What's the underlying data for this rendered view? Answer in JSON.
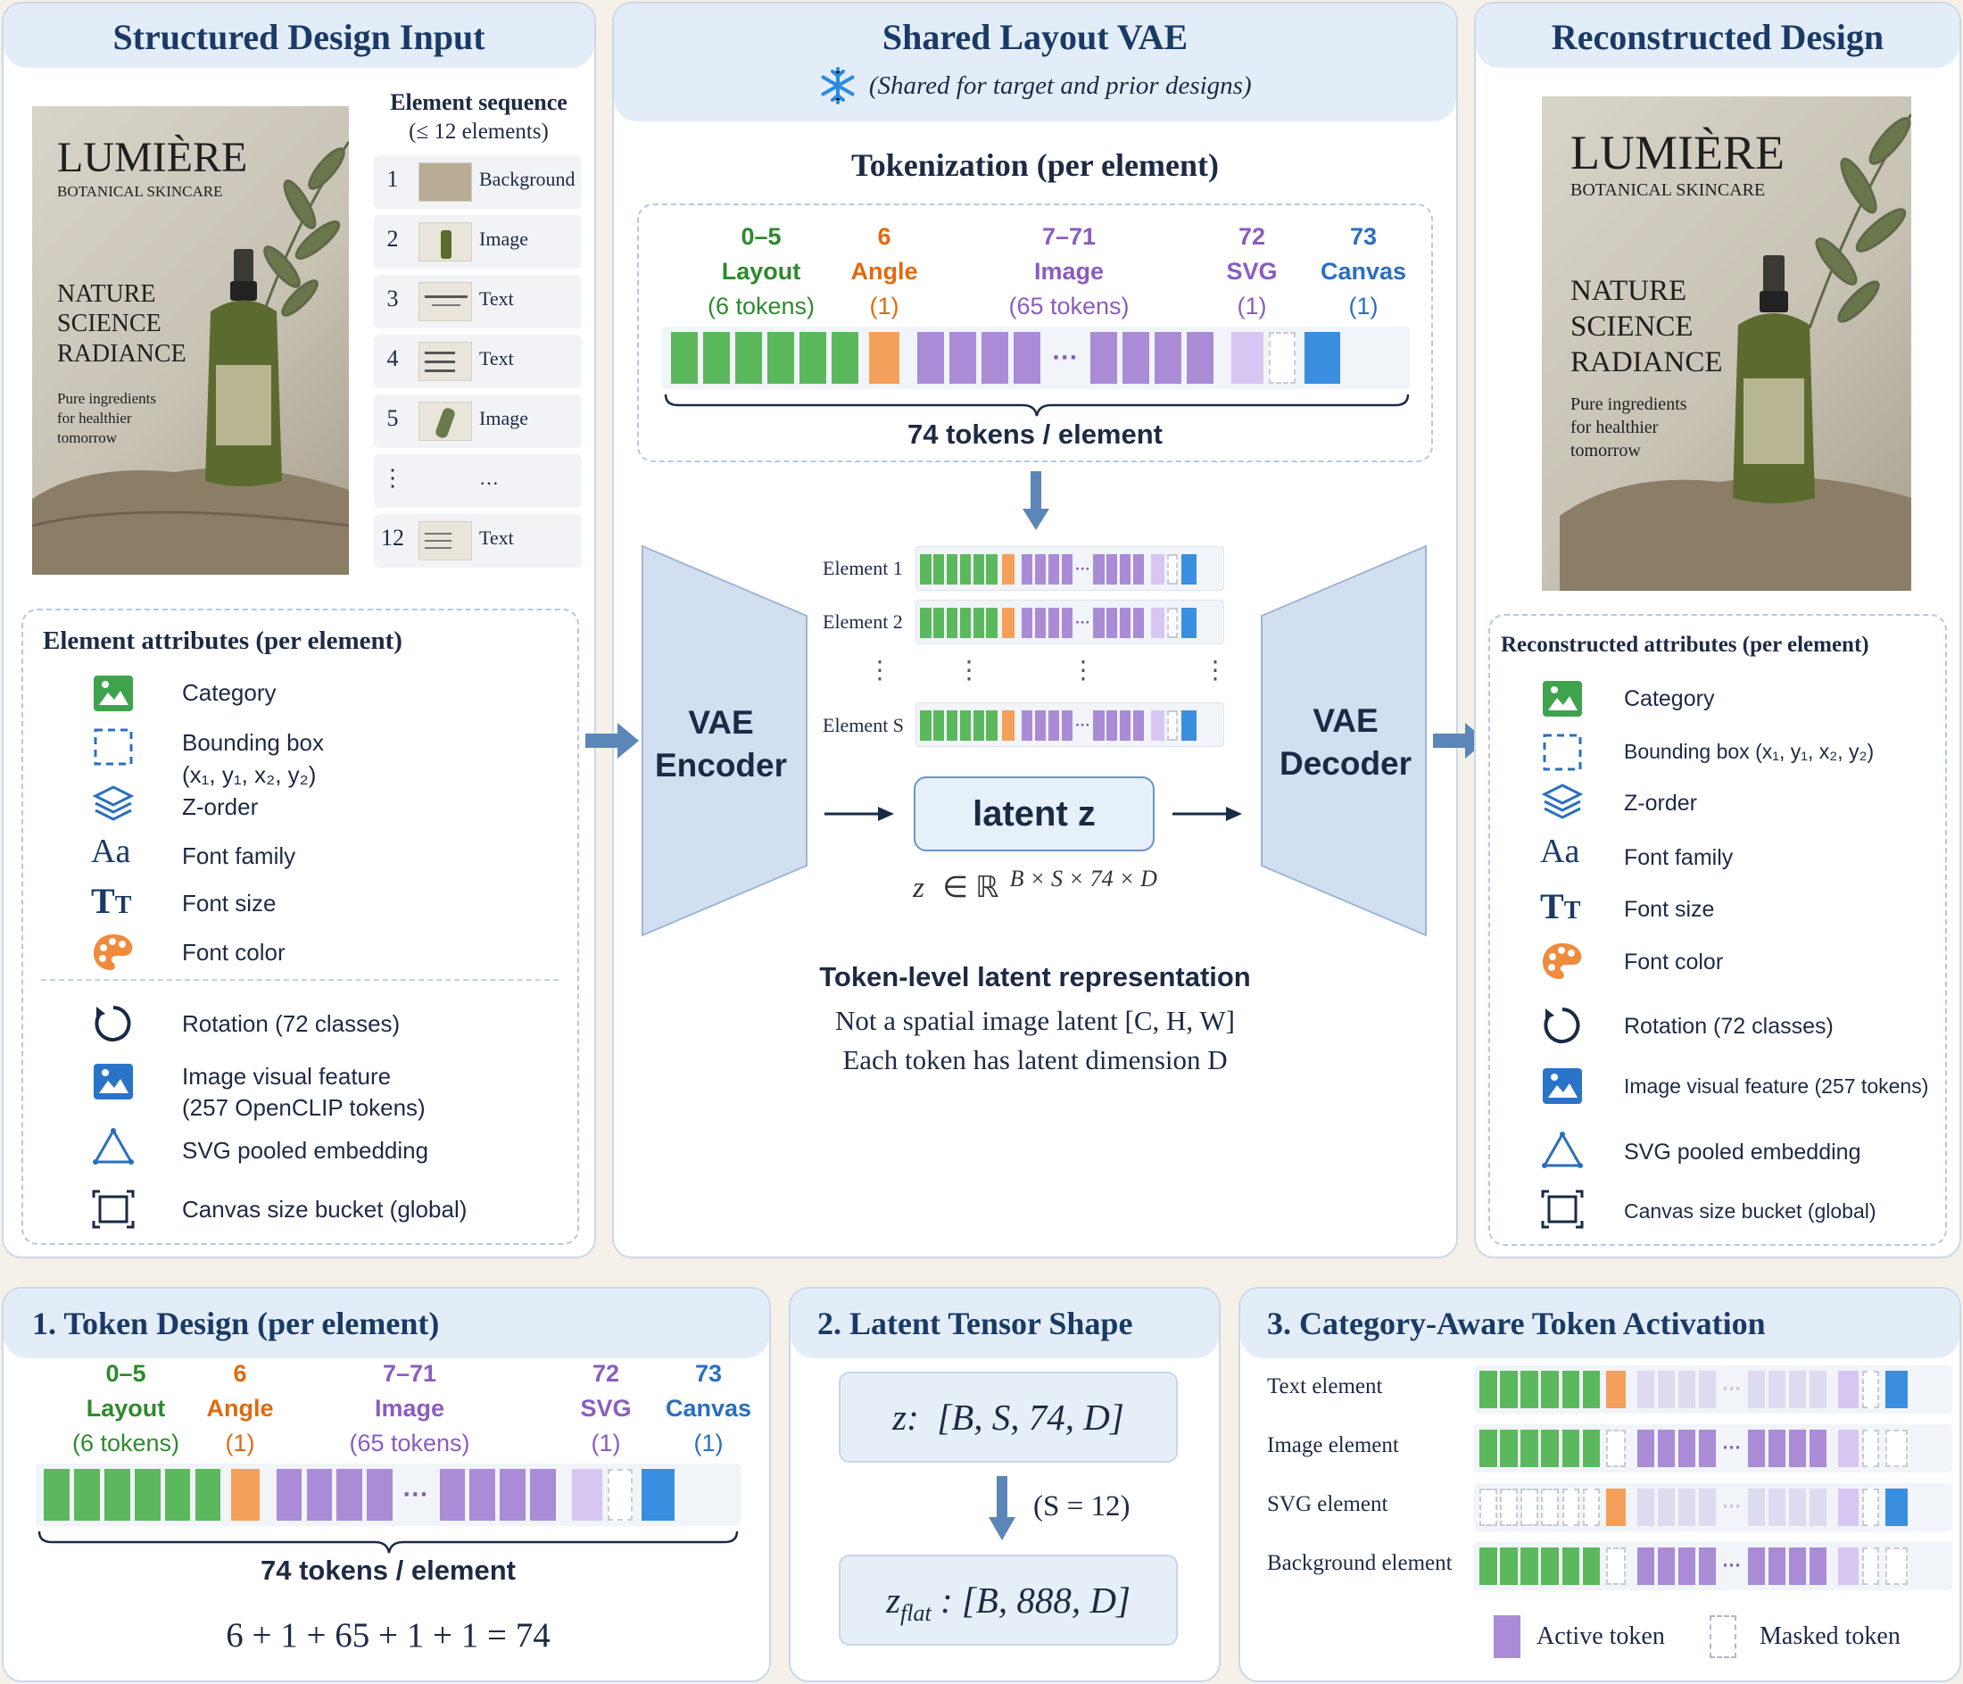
{
  "panel_left": {
    "title": "Structured Design Input",
    "poster": {
      "brand": "LUMIÈRE",
      "sub": "BOTANICAL SKINCARE",
      "lines": [
        "NATURE",
        "SCIENCE",
        "RADIANCE"
      ],
      "small": [
        "Pure ingredients",
        "for healthier",
        "tomorrow"
      ]
    },
    "seq_title": "Element sequence",
    "seq_sub": "(≤ 12 elements)",
    "seq": [
      {
        "num": "1",
        "label": "Background"
      },
      {
        "num": "2",
        "label": "Image"
      },
      {
        "num": "3",
        "label": "Text"
      },
      {
        "num": "4",
        "label": "Text"
      },
      {
        "num": "5",
        "label": "Image"
      },
      {
        "num": "⋮",
        "label": "…"
      },
      {
        "num": "12",
        "label": "Text"
      }
    ],
    "attr_title": "Element attributes (per element)",
    "attrs": [
      "Category",
      "Bounding box",
      "(x₁, y₁, x₂, y₂)",
      "Z-order",
      "Font family",
      "Font size",
      "Font color",
      "Rotation (72 classes)",
      "Image visual feature",
      "(257 OpenCLIP tokens)",
      "SVG pooled embedding",
      "Canvas size bucket (global)"
    ]
  },
  "panel_mid": {
    "title": "Shared Layout VAE",
    "subtitle": "(Shared for target and prior designs)",
    "tok_title": "Tokenization (per element)",
    "groups": [
      {
        "range": "0–5",
        "name": "Layout",
        "count": "(6 tokens)"
      },
      {
        "range": "6",
        "name": "Angle",
        "count": "(1)"
      },
      {
        "range": "7–71",
        "name": "Image",
        "count": "(65 tokens)"
      },
      {
        "range": "72",
        "name": "SVG",
        "count": "(1)"
      },
      {
        "range": "73",
        "name": "Canvas",
        "count": "(1)"
      }
    ],
    "tokens_per": "74 tokens / element",
    "encoder": [
      "VAE",
      "Encoder"
    ],
    "decoder": [
      "VAE",
      "Decoder"
    ],
    "rows": [
      "Element 1",
      "Element 2",
      "Element S"
    ],
    "latent": "latent z",
    "formula_z": "z",
    "formula_in": "∈ ℝ",
    "formula_sup": "B × S × 74 × D",
    "rep_title": "Token-level latent representation",
    "rep_1": "Not a spatial image latent [C, H, W]",
    "rep_2": "Each token has latent dimension D"
  },
  "panel_right": {
    "title": "Reconstructed Design",
    "attr_title": "Reconstructed attributes (per element)",
    "attrs": [
      "Category",
      "Bounding box (x₁, y₁, x₂, y₂)",
      "Z-order",
      "Font family",
      "Font size",
      "Font color",
      "Rotation (72 classes)",
      "Image visual feature (257 tokens)",
      "SVG pooled embedding",
      "Canvas size bucket (global)"
    ]
  },
  "bottom1": {
    "title": "1. Token Design (per element)",
    "tokens_per": "74 tokens / element",
    "equation": "6 + 1 + 65 + 1 + 1 = 74"
  },
  "bottom2": {
    "title": "2. Latent Tensor Shape",
    "z": "z:  [B, S, 74, D]",
    "s_note": "(S = 12)",
    "zflat_sub": "flat",
    "zflat_rest": ": [B, 888, D]"
  },
  "bottom3": {
    "title": "3. Category-Aware Token Activation",
    "rows": [
      "Text element",
      "Image element",
      "SVG element",
      "Background element"
    ],
    "legend_active": "Active token",
    "legend_masked": "Masked token"
  },
  "colors": {
    "layout": "#5cb85c",
    "angle": "#f5a05a",
    "image": "#a98bd6",
    "svg": "#d8c6f2",
    "canvas": "#3a8ee0",
    "panel_border": "#c9d8ea",
    "title": "#1a3a66"
  },
  "icons": [
    "category-icon",
    "bounding-box-icon",
    "z-order-icon",
    "font-family-icon",
    "font-size-icon",
    "font-color-icon",
    "rotation-icon",
    "image-feature-icon",
    "svg-icon",
    "canvas-icon",
    "snowflake-icon"
  ]
}
